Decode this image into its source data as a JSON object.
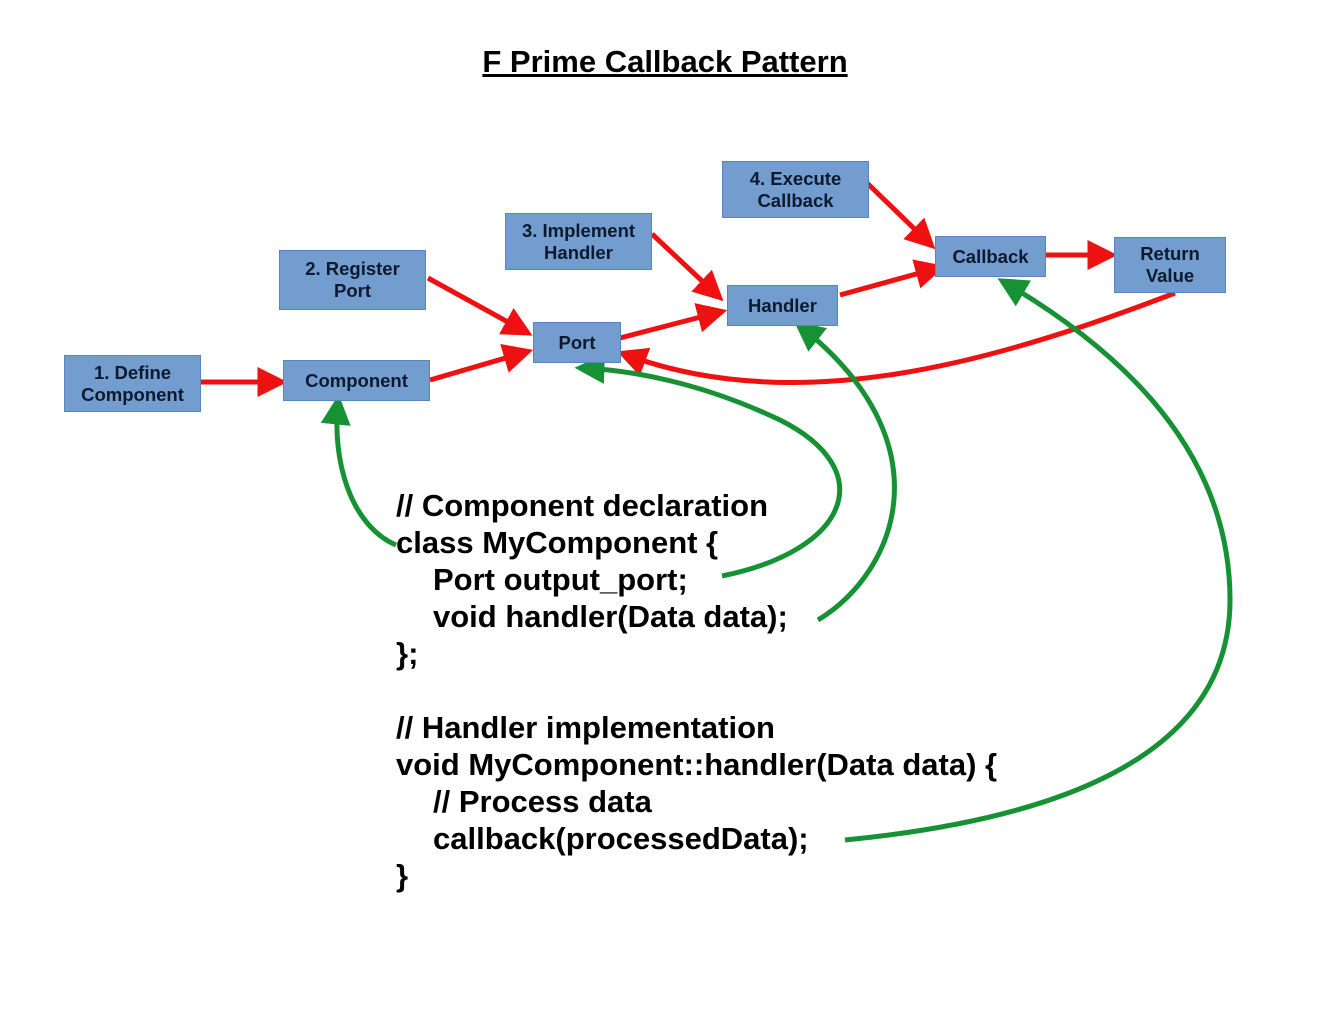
{
  "title": "F Prime Callback Pattern",
  "nodes": {
    "define_component": "1. Define\nComponent",
    "component": "Component",
    "register_port": "2. Register\nPort",
    "port": "Port",
    "implement_handler": "3. Implement\nHandler",
    "handler": "Handler",
    "execute_callback": "4. Execute\nCallback",
    "callback": "Callback",
    "return_value": "Return\nValue"
  },
  "code": {
    "lines": [
      "// Component declaration",
      "class MyComponent {",
      "Port output_port;",
      "void handler(Data data);",
      "};",
      "",
      "// Handler implementation",
      "void MyComponent::handler(Data data) {",
      "// Process data",
      "callback(processedData);",
      "}"
    ]
  },
  "colors": {
    "node_fill": "#739ccf",
    "flow_arrow": "#ee1111",
    "reference_arrow": "#169133"
  }
}
